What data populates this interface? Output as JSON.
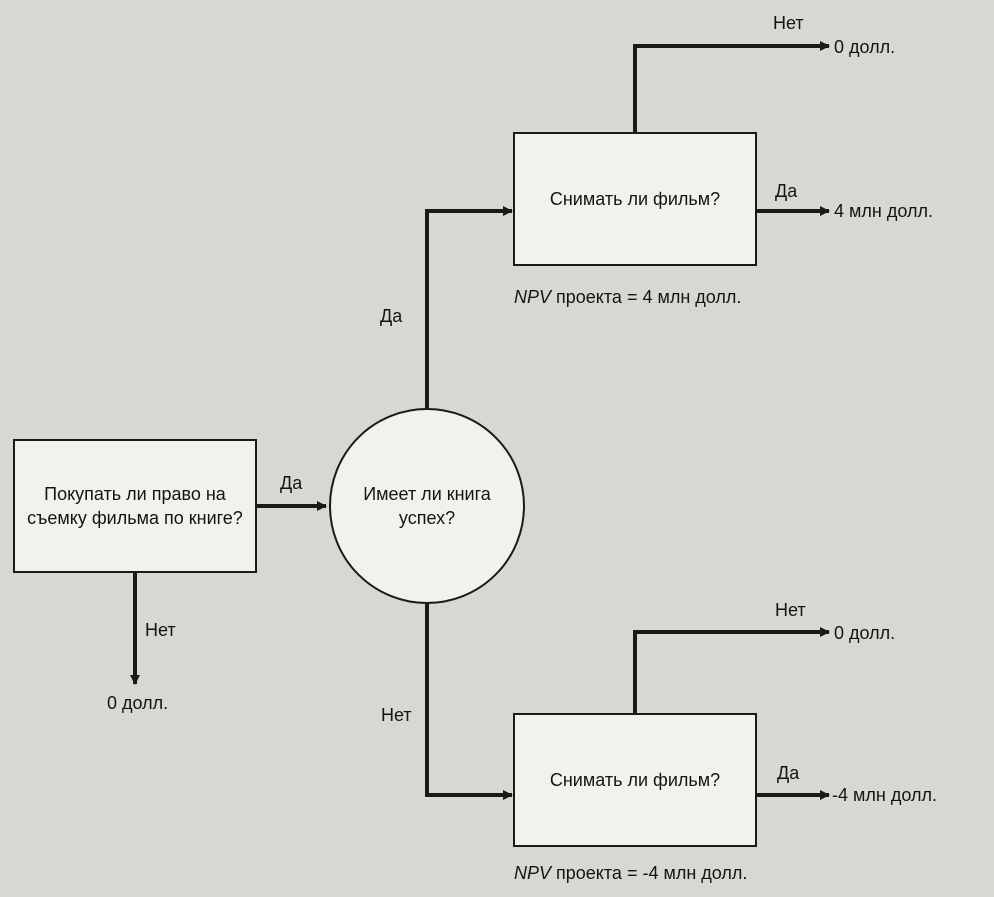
{
  "nodes": {
    "buy_rights": "Покупать ли право на съемку фильма по книге?",
    "success": "Имеет ли книга успех?",
    "film_top": "Снимать ли фильм?",
    "film_bottom": "Снимать ли фильм?"
  },
  "edges": {
    "buy_yes": "Да",
    "buy_no": "Нет",
    "success_yes": "Да",
    "success_no": "Нет",
    "top_no": "Нет",
    "top_yes": "Да",
    "bottom_no": "Нет",
    "bottom_yes": "Да"
  },
  "outcomes": {
    "buy_no": "0 долл.",
    "top_no": "0 долл.",
    "top_yes": "4 млн долл.",
    "bottom_no": "0 долл.",
    "bottom_yes": "-4 млн долл."
  },
  "npv": {
    "prefix": "NPV",
    "top": "проекта = 4 млн долл.",
    "bottom": "проекта = -4 млн долл."
  },
  "colors": {
    "background": "#d9d7d2",
    "box_fill": "#f2f1ec",
    "line": "#1a1a1a"
  }
}
